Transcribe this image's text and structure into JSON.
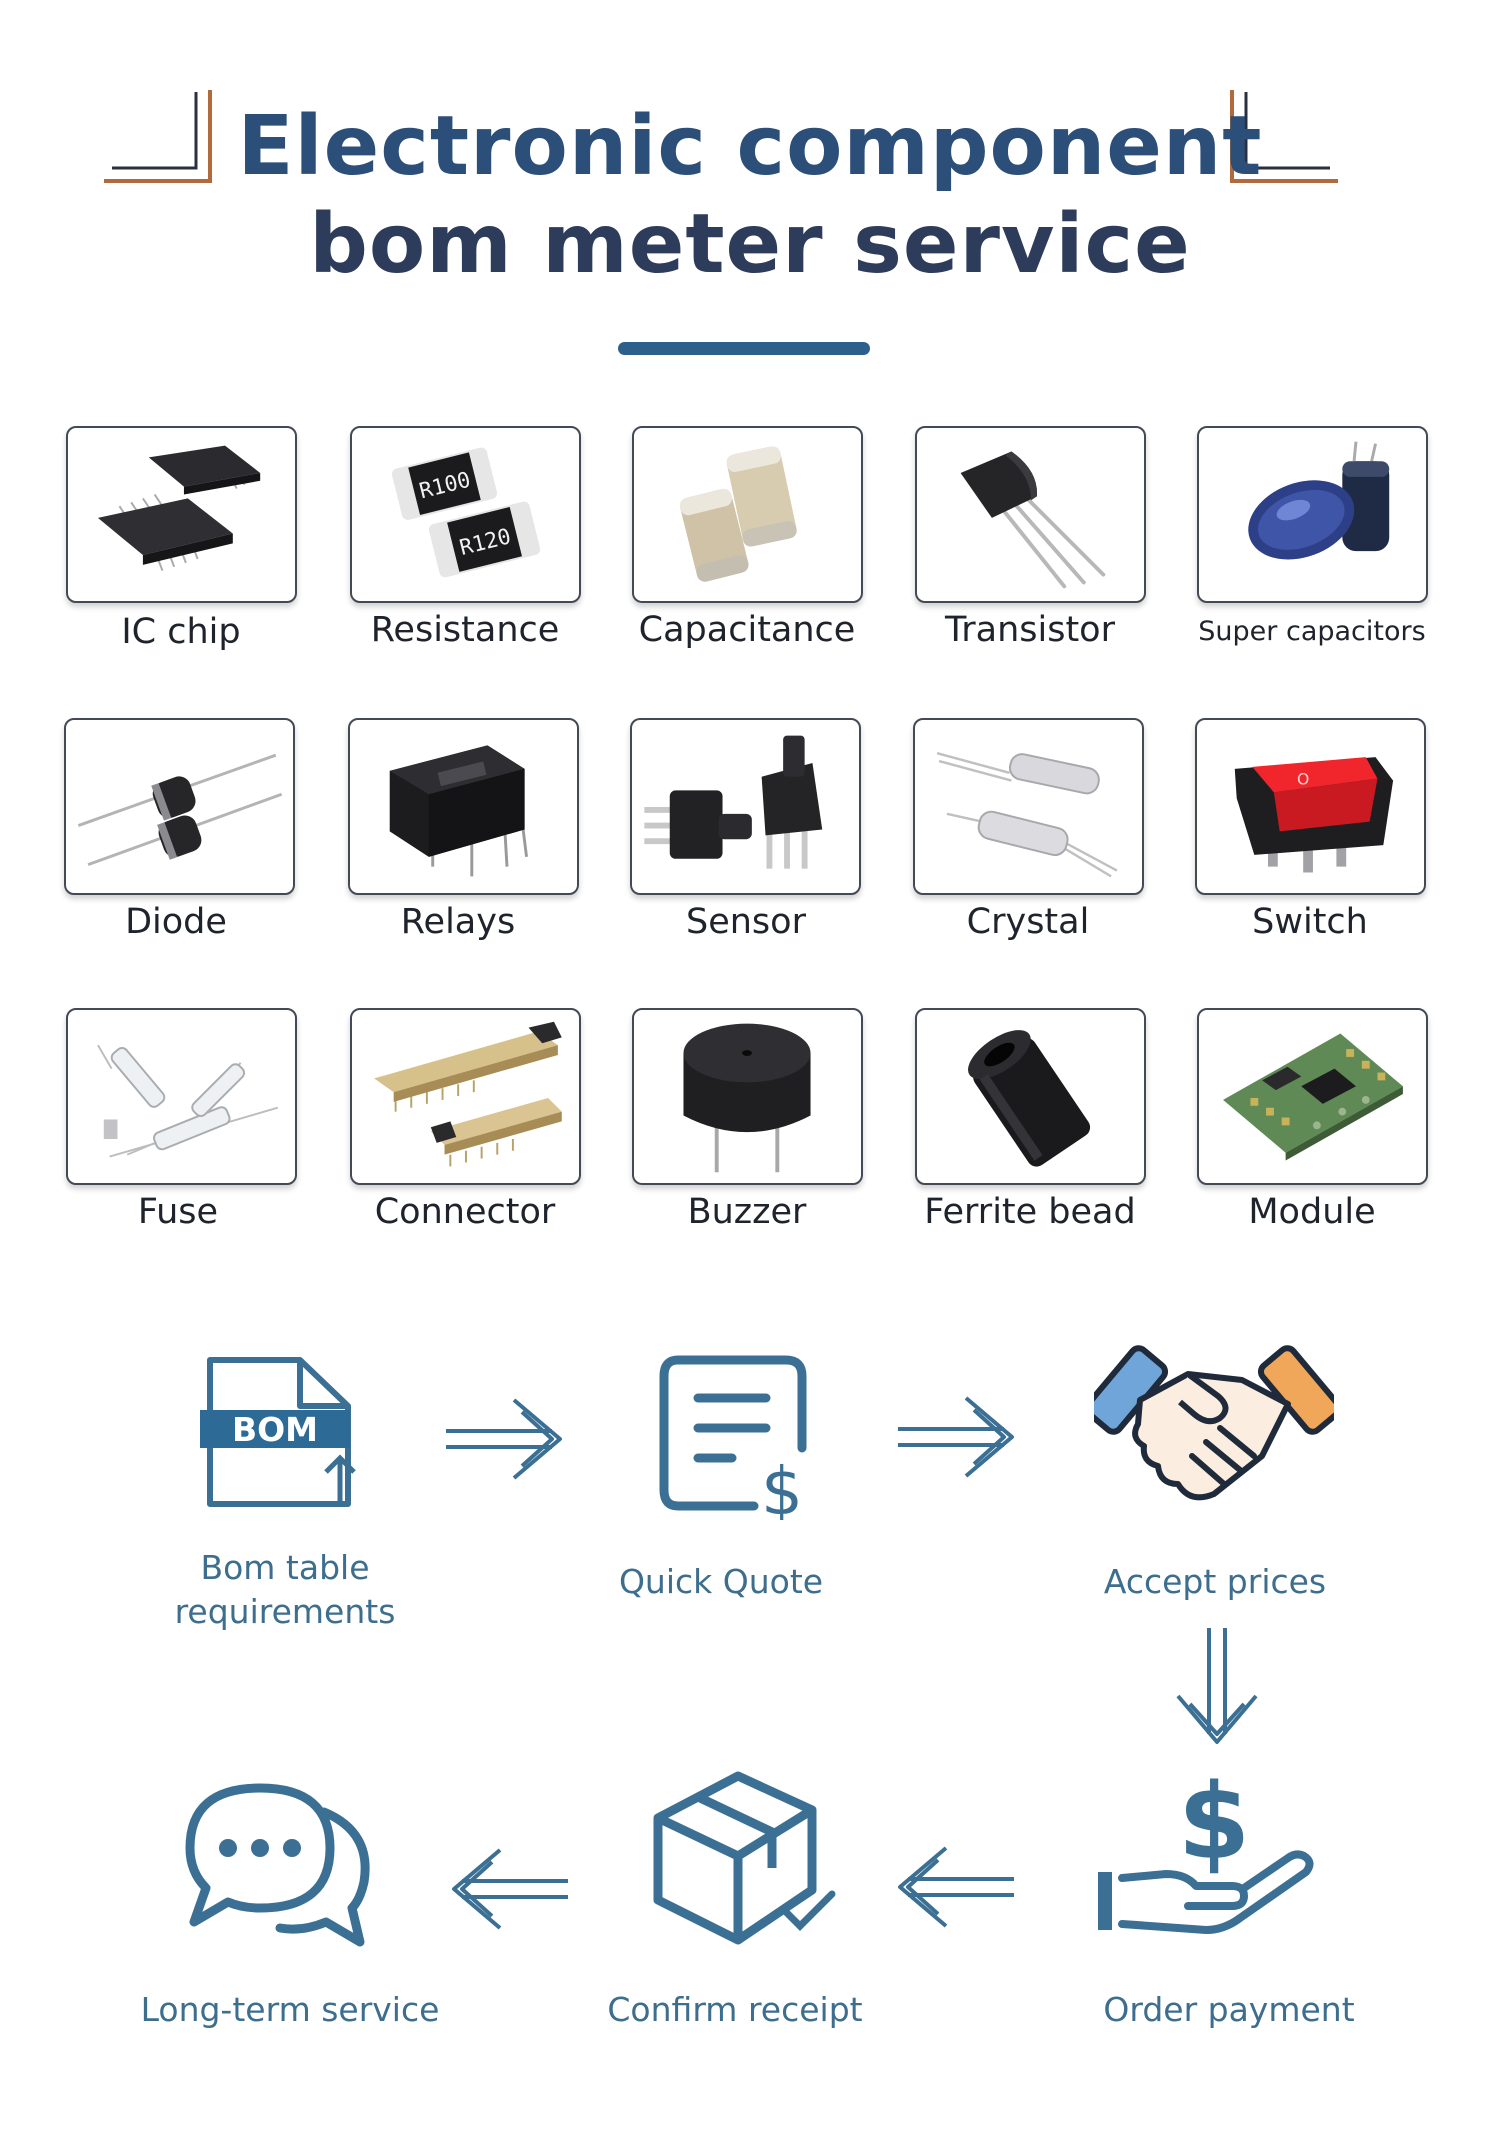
{
  "header": {
    "title_line1": "Electronic component",
    "title_line2": "bom meter service"
  },
  "components": [
    {
      "label": "IC chip",
      "icon": "ic-chip-icon"
    },
    {
      "label": "Resistance",
      "icon": "resistor-icon",
      "markings": [
        "R100",
        "R120"
      ]
    },
    {
      "label": "Capacitance",
      "icon": "capacitor-icon"
    },
    {
      "label": "Transistor",
      "icon": "transistor-icon"
    },
    {
      "label": "Super capacitors",
      "icon": "super-capacitor-icon"
    },
    {
      "label": "Diode",
      "icon": "diode-icon"
    },
    {
      "label": "Relays",
      "icon": "relay-icon"
    },
    {
      "label": "Sensor",
      "icon": "sensor-icon"
    },
    {
      "label": "Crystal",
      "icon": "crystal-icon"
    },
    {
      "label": "Switch",
      "icon": "switch-icon"
    },
    {
      "label": "Fuse",
      "icon": "fuse-icon"
    },
    {
      "label": "Connector",
      "icon": "connector-icon"
    },
    {
      "label": "Buzzer",
      "icon": "buzzer-icon"
    },
    {
      "label": "Ferrite bead",
      "icon": "ferrite-bead-icon"
    },
    {
      "label": "Module",
      "icon": "module-icon"
    }
  ],
  "process": {
    "bom_badge": "BOM",
    "dollar_sign": "$",
    "steps": [
      {
        "label_line1": "Bom table",
        "label_line2": "requirements",
        "icon": "bom-document-icon"
      },
      {
        "label": "Quick Quote",
        "icon": "quote-document-icon"
      },
      {
        "label": "Accept prices",
        "icon": "handshake-icon"
      },
      {
        "label": "Order payment",
        "icon": "payment-hand-icon"
      },
      {
        "label": "Confirm receipt",
        "icon": "package-check-icon"
      },
      {
        "label": "Long-term service",
        "icon": "chat-bubbles-icon"
      }
    ]
  },
  "colors": {
    "title_blue": "#2b4f78",
    "corner_brown": "#b06a3c",
    "process_blue": "#3b7094",
    "handshake_blue": "#6fa5d8",
    "handshake_orange": "#f1a75a"
  }
}
